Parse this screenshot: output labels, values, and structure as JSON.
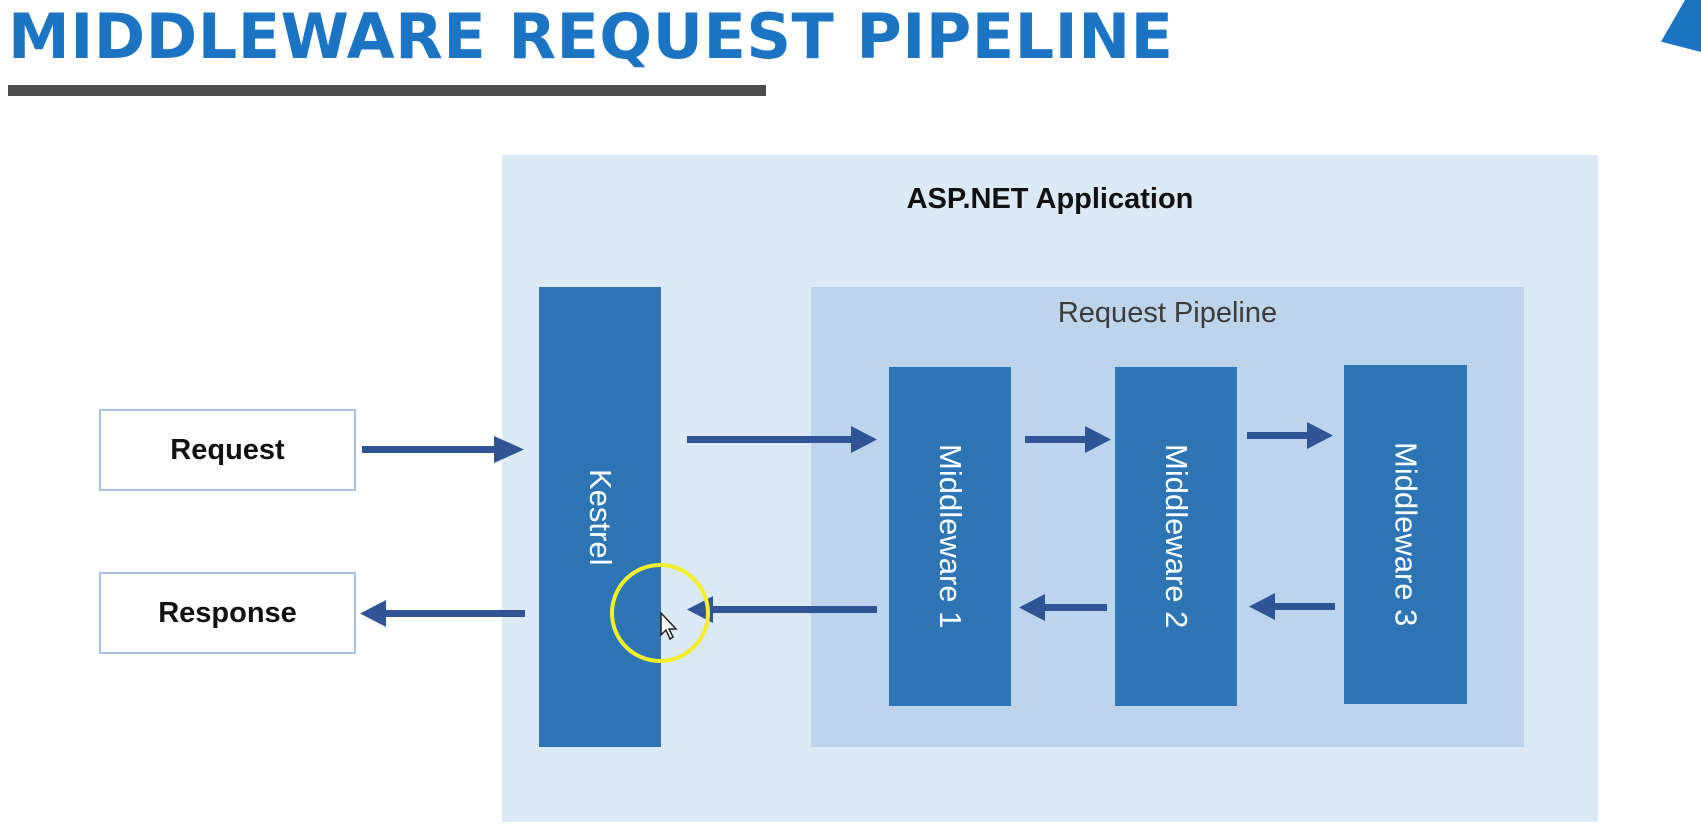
{
  "title": "MIDDLEWARE REQUEST PIPELINE",
  "diagram": {
    "app_label": "ASP.NET Application",
    "pipeline_label": "Request Pipeline",
    "kestrel_label": "Kestrel",
    "middlewares": [
      "Middleware 1",
      "Middleware 2",
      "Middleware 3"
    ],
    "request_label": "Request",
    "response_label": "Response"
  },
  "colors": {
    "title": "#1b74c4",
    "bar": "#2e75b6",
    "arrow": "#2f5597",
    "app_background": "#dce9f6",
    "pipeline_background": "#bcd5ed",
    "cursor_highlight": "#f5ef2a"
  }
}
